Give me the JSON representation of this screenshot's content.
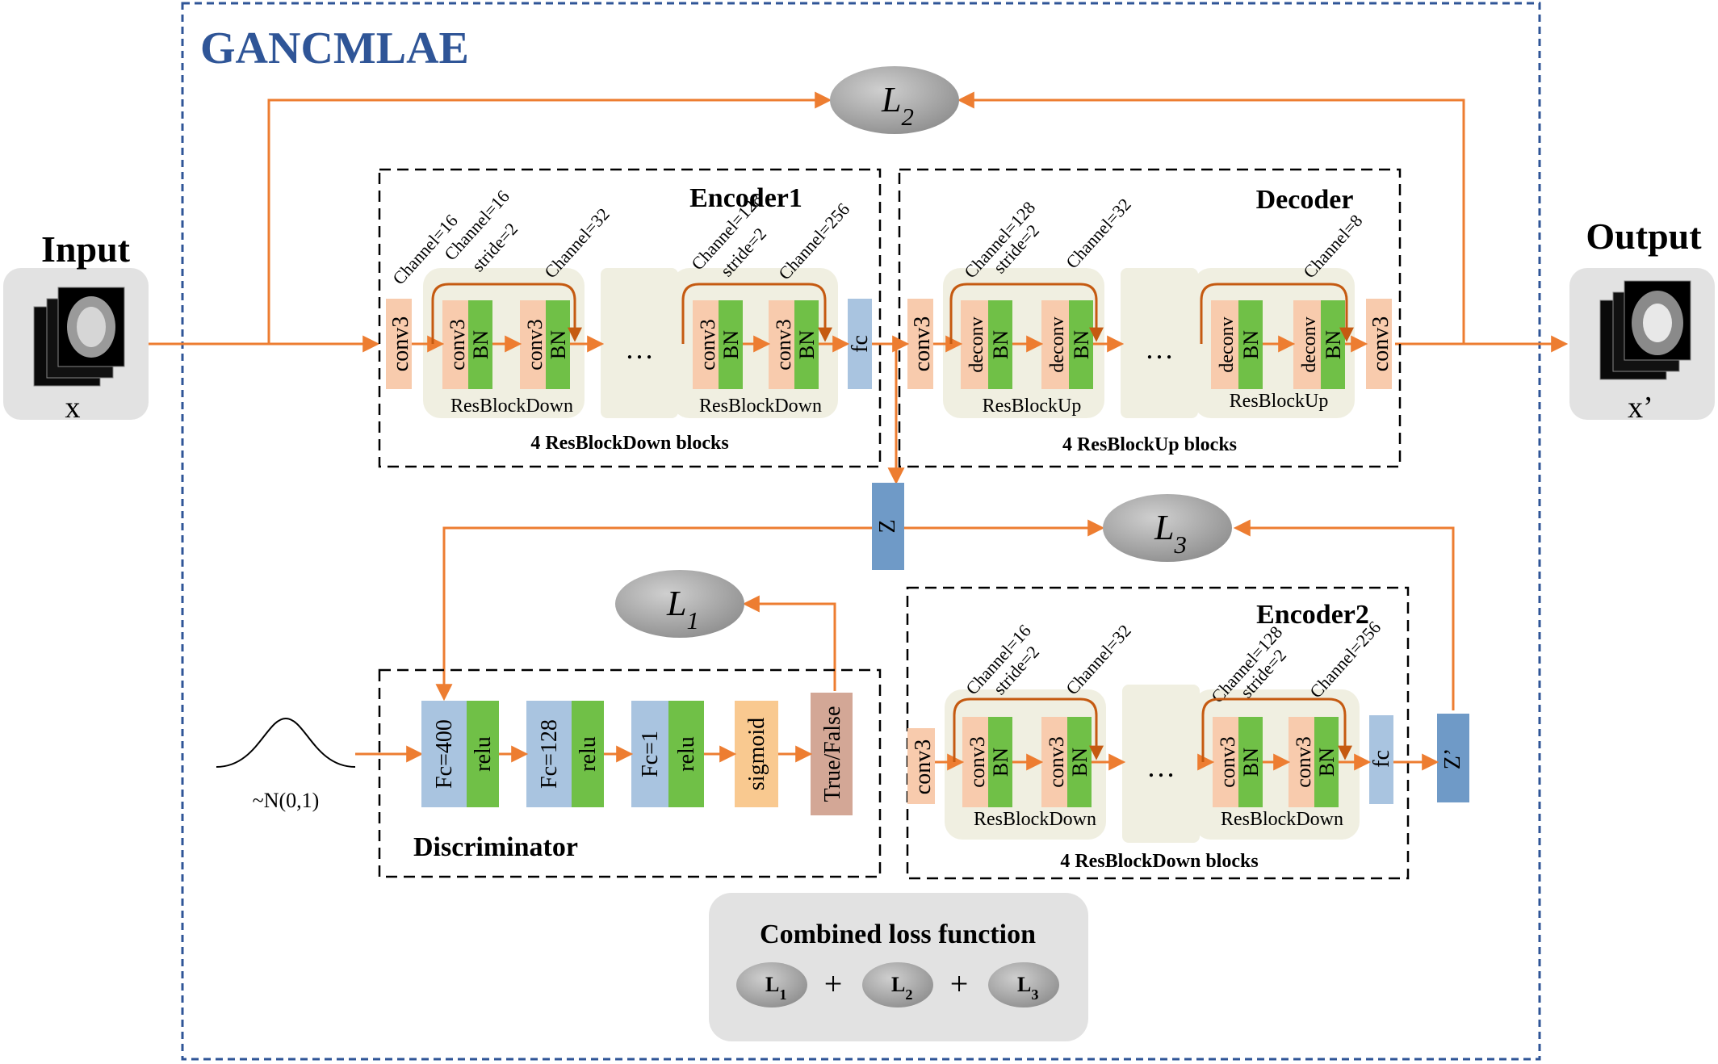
{
  "title": "GANCMLAE",
  "input": {
    "heading": "Input",
    "label": "x"
  },
  "output": {
    "heading": "Output",
    "label": "x’"
  },
  "losses": {
    "l1": "L1",
    "l2": "L2",
    "l3": "L3"
  },
  "encoder1": {
    "title": "Encoder1",
    "conv_in": "conv3",
    "block1": {
      "ch_a": "Channel=16",
      "ch_b": "Channel=16",
      "stride": "stride=2",
      "ch_c": "Channel=32",
      "label": "ResBlockDown"
    },
    "block2": {
      "ch_b": "Channel=128",
      "stride": "stride=2",
      "ch_c": "Channel=256",
      "label": "ResBlockDown"
    },
    "layer_conv": "conv3",
    "layer_bn": "BN",
    "ellipsis": "…",
    "fc": "fc",
    "footer": "4 ResBlockDown blocks"
  },
  "decoder": {
    "title": "Decoder",
    "conv_in": "conv3",
    "block1": {
      "ch_b": "Channel=128",
      "stride": "stride=2",
      "ch_c": "Channel=32",
      "label": "ResBlockUp"
    },
    "block2": {
      "ch_c": "Channel=8",
      "label": "ResBlockUp"
    },
    "layer_deconv": "deconv",
    "layer_bn": "BN",
    "ellipsis": "…",
    "conv_out": "conv3",
    "footer": "4 ResBlockUp blocks"
  },
  "latent": {
    "z": "Z",
    "z_prime": "Z’"
  },
  "encoder2": {
    "title": "Encoder2",
    "conv_in": "conv3",
    "block1": {
      "ch_b": "Channel=16",
      "stride": "stride=2",
      "ch_c": "Channel=32",
      "label": "ResBlockDown"
    },
    "block2": {
      "ch_b": "Channel=128",
      "stride": "stride=2",
      "ch_c": "Channel=256",
      "label": "ResBlockDown"
    },
    "layer_conv": "conv3",
    "layer_bn": "BN",
    "ellipsis": "…",
    "fc": "fc",
    "footer": "4 ResBlockDown blocks"
  },
  "discriminator": {
    "title": "Discriminator",
    "prior_label": "~N(0,1)",
    "fc400": "Fc=400",
    "fc128": "Fc=128",
    "fc1": "Fc=1",
    "relu": "relu",
    "sigmoid": "sigmoid",
    "output": "True/False"
  },
  "combined": {
    "title": "Combined loss function",
    "plus": "+"
  },
  "colors": {
    "frame": "#2f5597",
    "title": "#2f5597",
    "arrow": "#ed7d31",
    "skip": "#c55a11",
    "conv": "#f8cbad",
    "bn": "#70c047",
    "fc": "#a9c4e0",
    "z": "#6f9ac7",
    "sigmoid": "#f9c990",
    "truefalse": "#d3a796",
    "block_bg": "#f0efe1",
    "io_bg": "#e2e2e2",
    "ellipse": "#a6a6a6"
  }
}
